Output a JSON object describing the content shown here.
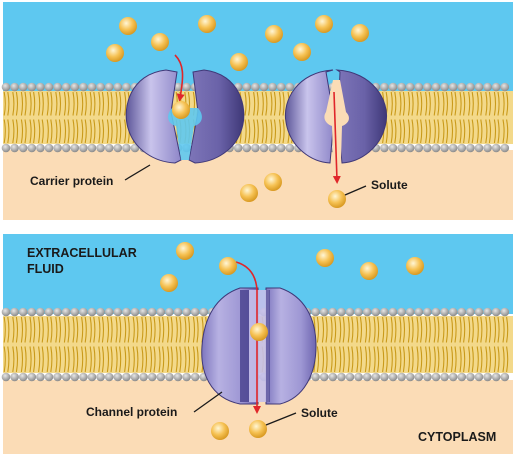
{
  "top_panel": {
    "carrier_label": "Carrier protein",
    "solute_label": "Solute"
  },
  "bottom_panel": {
    "region_top_line1": "EXTRACELLULAR",
    "region_top_line2": "FLUID",
    "region_bottom": "CYTOPLASM",
    "channel_label": "Channel protein",
    "solute_label": "Solute"
  },
  "colors": {
    "extracellular": "#5ec8f0",
    "cytoplasm": "#fbdcb6",
    "lipid_head": "#a9a9a9",
    "lipid_tail": "#e8c24a",
    "protein": "#8a82c6",
    "solute": "#f6c254",
    "arrow": "#e0262a"
  }
}
